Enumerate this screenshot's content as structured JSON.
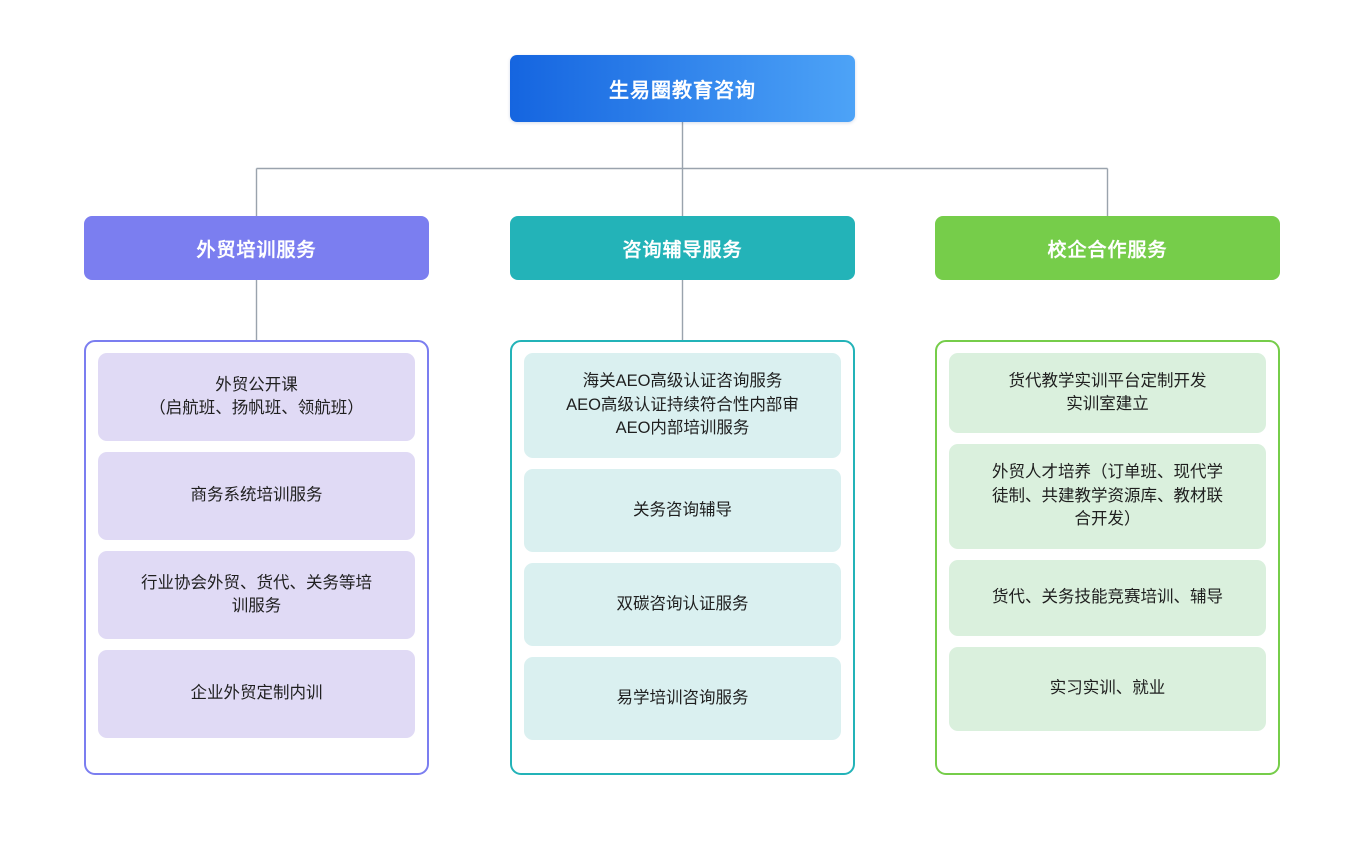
{
  "diagram": {
    "type": "organization-tree",
    "background_color": "#ffffff",
    "connector_color": "#9aa3ad",
    "root": {
      "label": "生易圈教育咨询",
      "gradient_from": "#1565e0",
      "gradient_to": "#4da3f7",
      "text_color": "#ffffff"
    },
    "columns": [
      {
        "header": {
          "label": "外贸培训服务",
          "color": "#7b7ef0",
          "text_color": "#ffffff"
        },
        "panel": {
          "border_color": "#7b7ef0",
          "card_color": "#e0daf5",
          "has_header_connector": true
        },
        "items": [
          {
            "text": "外贸公开课\n（启航班、扬帆班、领航班）"
          },
          {
            "text": "商务系统培训服务"
          },
          {
            "text": "行业协会外贸、货代、关务等培\n训服务"
          },
          {
            "text": "企业外贸定制内训"
          }
        ]
      },
      {
        "header": {
          "label": "咨询辅导服务",
          "color": "#23b3b8",
          "text_color": "#ffffff"
        },
        "panel": {
          "border_color": "#23b3b8",
          "card_color": "#daf0f0",
          "has_header_connector": true
        },
        "items": [
          {
            "text": "海关AEO高级认证咨询服务\nAEO高级认证持续符合性内部审\nAEO内部培训服务"
          },
          {
            "text": "关务咨询辅导"
          },
          {
            "text": "双碳咨询认证服务"
          },
          {
            "text": "易学培训咨询服务"
          }
        ]
      },
      {
        "header": {
          "label": "校企合作服务",
          "color": "#76cd4a",
          "text_color": "#ffffff"
        },
        "panel": {
          "border_color": "#76cd4a",
          "card_color": "#daf0dd",
          "has_header_connector": false
        },
        "items": [
          {
            "text": "货代教学实训平台定制开发\n实训室建立"
          },
          {
            "text": "外贸人才培养（订单班、现代学\n徒制、共建教学资源库、教材联\n合开发）"
          },
          {
            "text": "货代、关务技能竞赛培训、辅导"
          },
          {
            "text": "实习实训、就业"
          }
        ]
      }
    ]
  }
}
